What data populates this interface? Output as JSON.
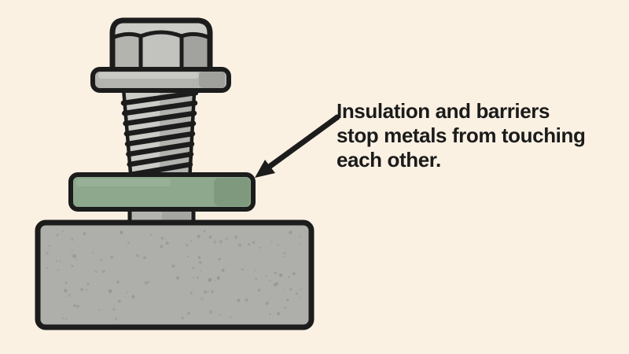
{
  "annotation": {
    "full_text": "Insulation and barriers stop metals from touching each other.",
    "lines": [
      "Insulation and barriers",
      "stop metals from touching",
      "each other."
    ]
  },
  "colors": {
    "background": "#faf1e3",
    "outline": "#1c1c1c",
    "metal_light": "#cbcbc7",
    "metal_center": "#c2c2be",
    "metal_mid": "#b3b3af",
    "metal_dark": "#a2a29e",
    "barrier_green": "#8da88c",
    "barrier_green_dark": "#7e997d",
    "concrete": "#aeaeab",
    "speckle": "#8c8c88",
    "text": "#1b1b1b"
  }
}
